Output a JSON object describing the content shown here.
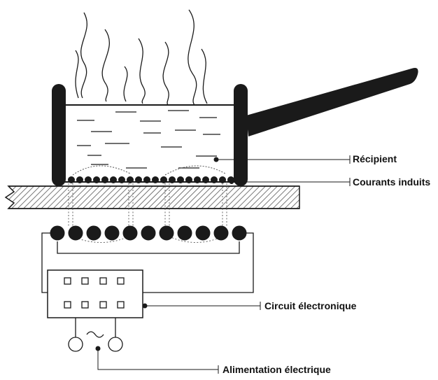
{
  "labels": {
    "recipient": "Récipient",
    "induced_currents": "Courants induits",
    "electronic_circuit": "Circuit électronique",
    "power_supply": "Alimentation électrique"
  },
  "colors": {
    "ink": "#1a1a1a",
    "hatch": "#555555",
    "background": "#ffffff"
  },
  "icons": {
    "ac_symbol": "tilde-ac-icon"
  }
}
